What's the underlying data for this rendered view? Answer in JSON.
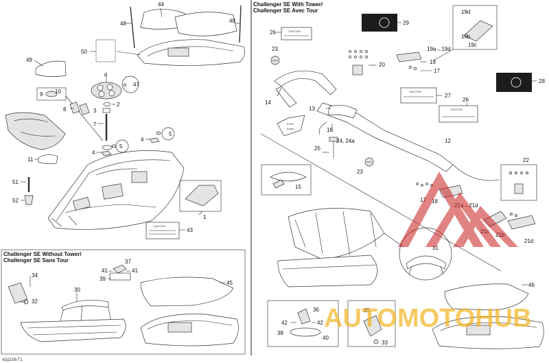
{
  "sections": {
    "with_tower_line1": "Challenger SE With Tower/",
    "with_tower_line2": "Challenger SE Avec Tour",
    "without_tower_line1": "Challenger SE Without Tower/",
    "without_tower_line2": "Challenger SE Sans Tour"
  },
  "callouts": [
    {
      "id": "c44",
      "label": "44"
    },
    {
      "id": "c48a",
      "label": "48"
    },
    {
      "id": "c48b",
      "label": "48"
    },
    {
      "id": "c50",
      "label": "50"
    },
    {
      "id": "c49",
      "label": "49"
    },
    {
      "id": "c6",
      "label": "6"
    },
    {
      "id": "c47",
      "label": "47"
    },
    {
      "id": "c9",
      "label": "9"
    },
    {
      "id": "c10",
      "label": "10"
    },
    {
      "id": "c8",
      "label": "8"
    },
    {
      "id": "c2",
      "label": "2"
    },
    {
      "id": "c3",
      "label": "3"
    },
    {
      "id": "c7",
      "label": "7"
    },
    {
      "id": "c5a",
      "label": "5"
    },
    {
      "id": "c4a",
      "label": "4"
    },
    {
      "id": "c5b",
      "label": "5"
    },
    {
      "id": "c4b",
      "label": "4"
    },
    {
      "id": "c11",
      "label": "11"
    },
    {
      "id": "c51",
      "label": "51"
    },
    {
      "id": "c52",
      "label": "52"
    },
    {
      "id": "c1",
      "label": "1"
    },
    {
      "id": "c43",
      "label": "43"
    },
    {
      "id": "c34",
      "label": "34"
    },
    {
      "id": "c32",
      "label": "32"
    },
    {
      "id": "c30",
      "label": "30"
    },
    {
      "id": "c37",
      "label": "37"
    },
    {
      "id": "c41a",
      "label": "41"
    },
    {
      "id": "c41b",
      "label": "41"
    },
    {
      "id": "c39",
      "label": "39"
    },
    {
      "id": "c45",
      "label": "45"
    },
    {
      "id": "c26a",
      "label": "26"
    },
    {
      "id": "c29",
      "label": "29"
    },
    {
      "id": "c19d",
      "label": "19d"
    },
    {
      "id": "c19b",
      "label": "19b"
    },
    {
      "id": "c19c",
      "label": "19c"
    },
    {
      "id": "c19a",
      "label": "19a→19d"
    },
    {
      "id": "c23a",
      "label": "23"
    },
    {
      "id": "c20",
      "label": "20"
    },
    {
      "id": "c18a",
      "label": "18"
    },
    {
      "id": "c17a",
      "label": "17"
    },
    {
      "id": "c28",
      "label": "28"
    },
    {
      "id": "c14",
      "label": "14"
    },
    {
      "id": "c27",
      "label": "27"
    },
    {
      "id": "c13",
      "label": "13"
    },
    {
      "id": "c26b",
      "label": "26"
    },
    {
      "id": "c16",
      "label": "16"
    },
    {
      "id": "c24",
      "label": "24, 24a"
    },
    {
      "id": "c25",
      "label": "25"
    },
    {
      "id": "c12",
      "label": "12"
    },
    {
      "id": "c23b",
      "label": "23"
    },
    {
      "id": "c22",
      "label": "22"
    },
    {
      "id": "c15",
      "label": "15"
    },
    {
      "id": "c17b",
      "label": "17"
    },
    {
      "id": "c18b",
      "label": "18"
    },
    {
      "id": "c21a",
      "label": "21a→21d"
    },
    {
      "id": "c21c",
      "label": "21c"
    },
    {
      "id": "c21b",
      "label": "21b"
    },
    {
      "id": "c21d",
      "label": "21d"
    },
    {
      "id": "c31",
      "label": "31"
    },
    {
      "id": "c46",
      "label": "46"
    },
    {
      "id": "c36",
      "label": "36"
    },
    {
      "id": "c42a",
      "label": "42"
    },
    {
      "id": "c42b",
      "label": "42"
    },
    {
      "id": "c38",
      "label": "38"
    },
    {
      "id": "c40",
      "label": "40"
    },
    {
      "id": "c35",
      "label": "35"
    },
    {
      "id": "c33",
      "label": "33"
    }
  ],
  "front_arrow": {
    "line1": "Front",
    "line2": "Avant"
  },
  "decal_caution_text": "CAUTION",
  "watermark": {
    "text": "AUTOMOTOHUB",
    "color": "#f2b21e",
    "logo_color": "#cc1f1f"
  },
  "footer_code": "43j1108-T1"
}
